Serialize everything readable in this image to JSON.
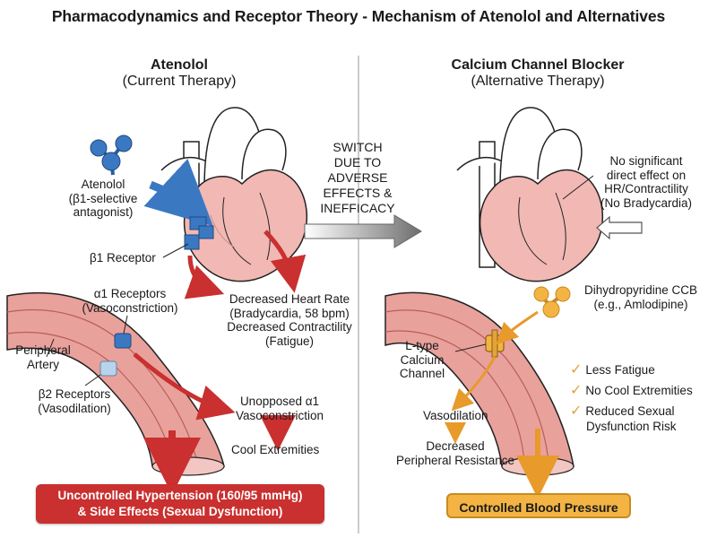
{
  "title": "Pharmacodynamics and Receptor Theory - Mechanism of Atenolol and Alternatives",
  "left": {
    "heading": "Atenolol",
    "subheading": "(Current Therapy)",
    "drug_label": [
      "Atenolol",
      "(β1-selective",
      "antagonist)"
    ],
    "receptor_label": "β1 Receptor",
    "heart_effects": [
      "Decreased Heart Rate",
      "(Bradycardia, 58 bpm)",
      "Decreased Contractility",
      "(Fatigue)"
    ],
    "alpha1_label": [
      "α1 Receptors",
      "(Vasoconstriction)"
    ],
    "artery_label": [
      "Peripheral",
      "Artery"
    ],
    "beta2_label": [
      "β2 Receptors",
      "(Vasodilation)"
    ],
    "unopposed_label": [
      "Unopposed α1",
      "Vasoconstriction"
    ],
    "cool_label": "Cool Extremities",
    "outcome": [
      "Uncontrolled Hypertension (160/95 mmHg)",
      "& Side Effects (Sexual Dysfunction)"
    ]
  },
  "switch_text": [
    "SWITCH",
    "DUE TO",
    "ADVERSE",
    "EFFECTS &",
    "INEFFICACY"
  ],
  "right": {
    "heading": "Calcium Channel Blocker",
    "subheading": "(Alternative Therapy)",
    "no_effect_label": [
      "No significant",
      "direct effect on",
      "HR/Contractility",
      "(No Bradycardia)"
    ],
    "ccb_label": [
      "Dihydropyridine CCB",
      "(e.g., Amlodipine)"
    ],
    "channel_label": [
      "L-type",
      "Calcium",
      "Channel"
    ],
    "benefits": [
      "Less Fatigue",
      "No Cool Extremities",
      "Reduced Sexual",
      "Dysfunction Risk"
    ],
    "vasodilation_label": "Vasodilation",
    "resistance_label": [
      "Decreased",
      "Peripheral Resistance"
    ],
    "outcome": "Controlled Blood Pressure"
  },
  "icons": {
    "check": "✓",
    "check_color": "#e1a43a"
  },
  "colors": {
    "heart_fill": "#f2b8b4",
    "artery_fill": "#e9a19c",
    "blue_drug": "#3a78c2",
    "red_arrow": "#c9302f",
    "orange": "#f3b444"
  }
}
